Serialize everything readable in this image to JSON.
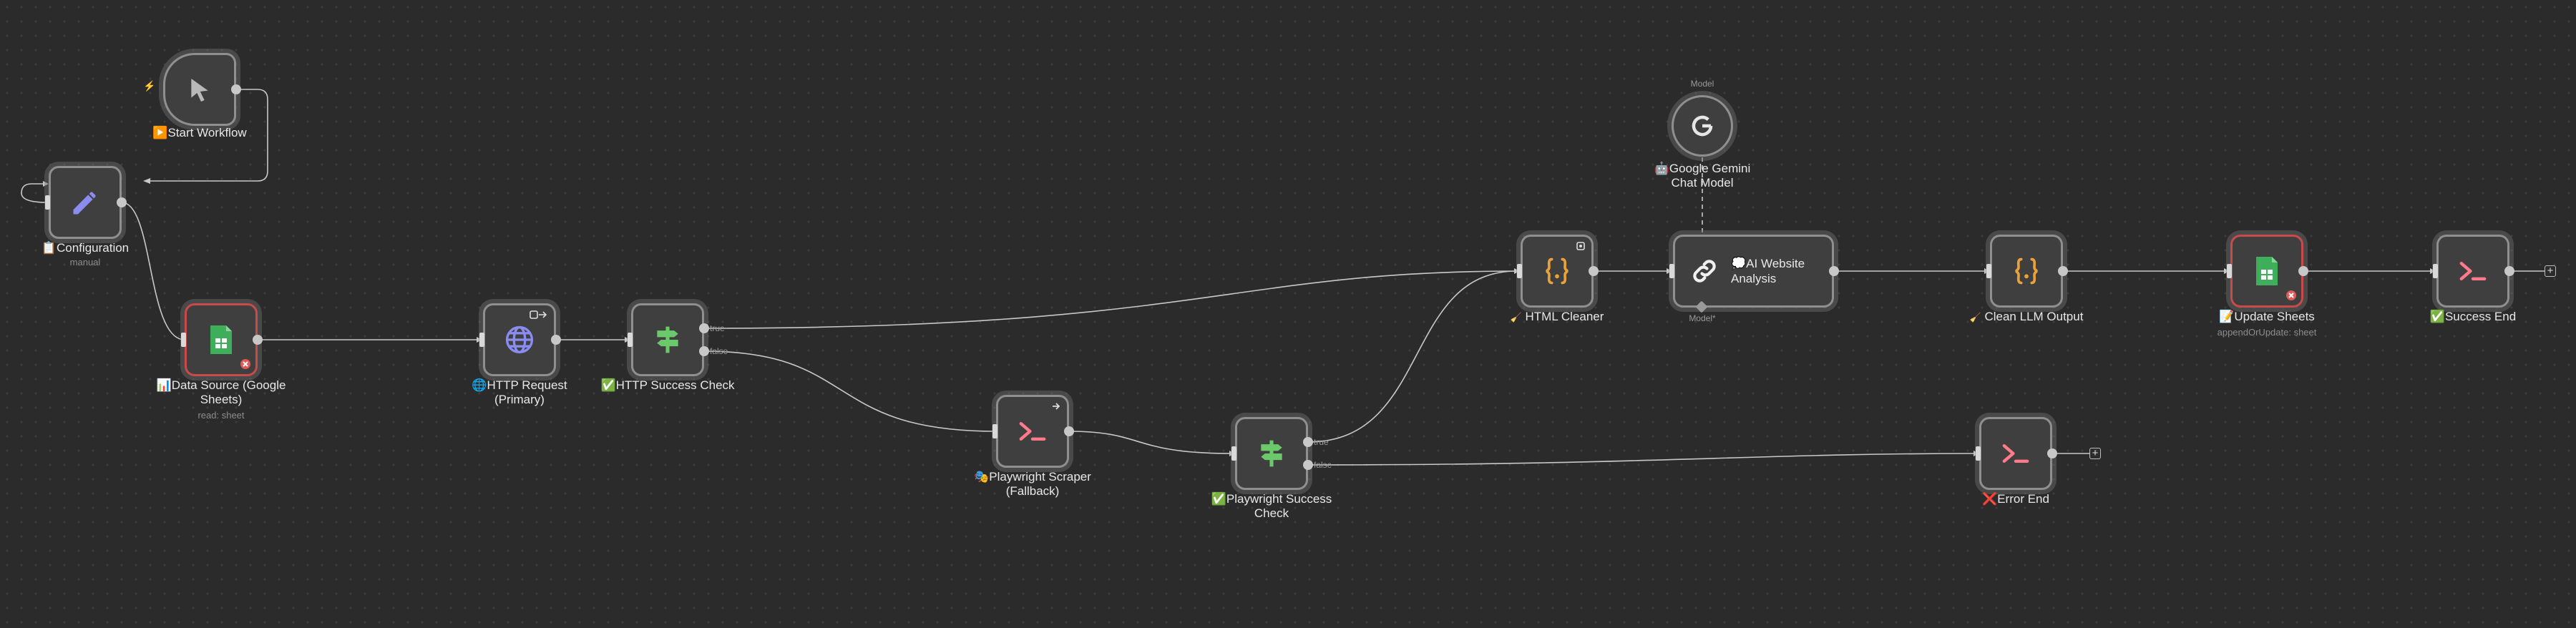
{
  "colors": {
    "canvas": "#2b2b2b",
    "node": "#3f3f3f",
    "node_border": "#8f8f8f",
    "error_border": "#c94a4a",
    "edge": "#c8c8c8",
    "label": "#e8e8e8",
    "sub": "#8d8d8d",
    "code_icon": "#e9a23b",
    "terminal_icon": "#ff7a8a",
    "if_icon": "#6cc96b",
    "sheets_icon": "#3fae5a",
    "http_icon": "#8a8cf0",
    "edit_icon": "#8a8cf0"
  },
  "nodes": {
    "start": {
      "label": "▶️Start Workflow",
      "icon": "cursor-icon",
      "badge": "⚡"
    },
    "config": {
      "label": "📋Configuration",
      "sub": "manual",
      "icon": "pencil-icon"
    },
    "datasource": {
      "label1": "📊Data Source (Google",
      "label2": "Sheets)",
      "sub": "read: sheet",
      "icon": "google-sheets-icon"
    },
    "http": {
      "label1": "🌐HTTP Request",
      "label2": "(Primary)",
      "icon": "globe-icon"
    },
    "httpcheck": {
      "label": "✅HTTP Success Check",
      "icon": "signpost-icon",
      "out_true": "true",
      "out_false": "false"
    },
    "playwright": {
      "label1": "🎭Playwright Scraper",
      "label2": "(Fallback)",
      "icon": "terminal-icon"
    },
    "pwcheck": {
      "label1": "✅Playwright Success",
      "label2": "Check",
      "icon": "signpost-icon",
      "out_true": "true",
      "out_false": "false"
    },
    "cleaner": {
      "label": "HTML Cleaner",
      "icon": "code-braces-icon",
      "badge": "🧹"
    },
    "gemini": {
      "label1": "🤖Google Gemini",
      "label2": "Chat Model",
      "top": "Model",
      "icon": "google-g-icon"
    },
    "ai": {
      "label1": "💭AI Website",
      "label2": "Analysis",
      "bottom": "Model*",
      "icon": "chain-link-icon"
    },
    "cleanllm": {
      "label": "Clean LLM Output",
      "icon": "code-braces-icon",
      "badge": "🧹"
    },
    "update": {
      "label": "📝Update Sheets",
      "sub": "appendOrUpdate: sheet",
      "icon": "google-sheets-icon"
    },
    "success": {
      "label": "✅Success End",
      "icon": "terminal-icon"
    },
    "errorend": {
      "label": "❌Error End",
      "icon": "terminal-icon"
    }
  },
  "plus_label": "+"
}
